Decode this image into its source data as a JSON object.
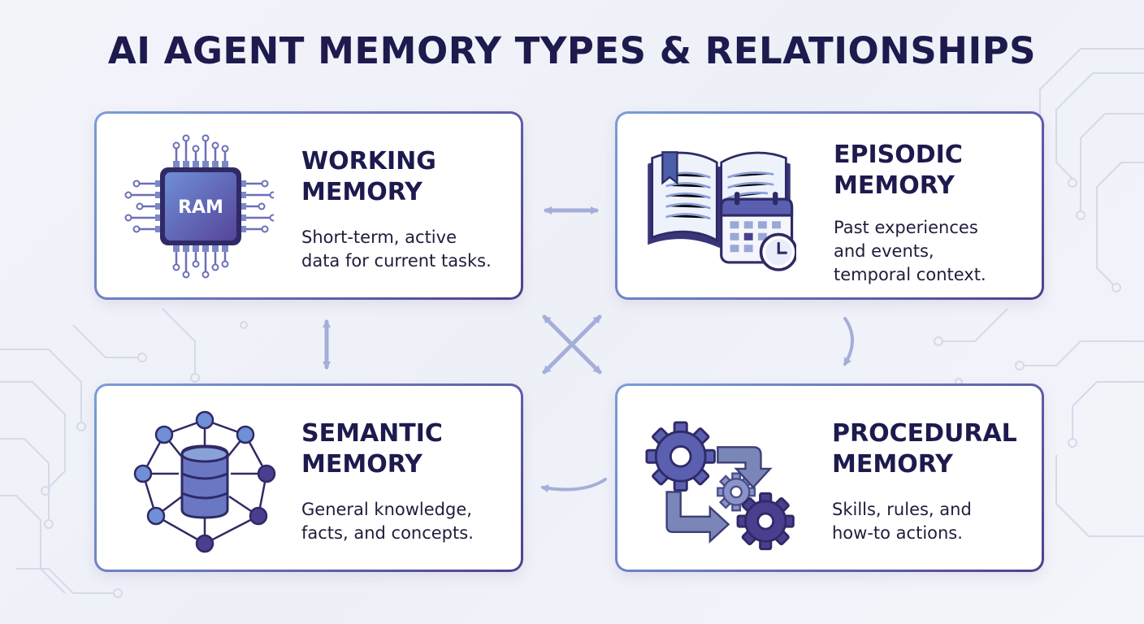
{
  "title": "AI AGENT MEMORY TYPES & RELATIONSHIPS",
  "colors": {
    "title": "#1d1a4e",
    "accent_blue": "#7b9ed6",
    "accent_purple": "#4f3f8d",
    "arrow": "#a4aed8"
  },
  "cards": {
    "working": {
      "title": "WORKING\nMEMORY",
      "desc": "Short-term, active\ndata for current tasks.",
      "icon": "ram-chip-icon",
      "chip_label": "RAM"
    },
    "episodic": {
      "title": "EPISODIC\nMEMORY",
      "desc": "Past experiences\nand events,\ntemporal context.",
      "icon": "book-calendar-clock-icon"
    },
    "semantic": {
      "title": "SEMANTIC\nMEMORY",
      "desc": "General knowledge,\nfacts, and concepts.",
      "icon": "database-network-icon"
    },
    "procedural": {
      "title": "PROCEDURAL\nMEMORY",
      "desc": "Skills, rules, and\nhow-to actions.",
      "icon": "gears-process-icon"
    }
  },
  "relationships": [
    {
      "from": "working",
      "to": "episodic",
      "style": "bidirectional"
    },
    {
      "from": "working",
      "to": "semantic",
      "style": "bidirectional"
    },
    {
      "from": "working",
      "to": "procedural",
      "style": "bidirectional"
    },
    {
      "from": "episodic",
      "to": "semantic",
      "style": "bidirectional"
    },
    {
      "from": "episodic",
      "to": "procedural",
      "style": "curved-one-way"
    },
    {
      "from": "procedural",
      "to": "semantic",
      "style": "curved-one-way"
    }
  ]
}
